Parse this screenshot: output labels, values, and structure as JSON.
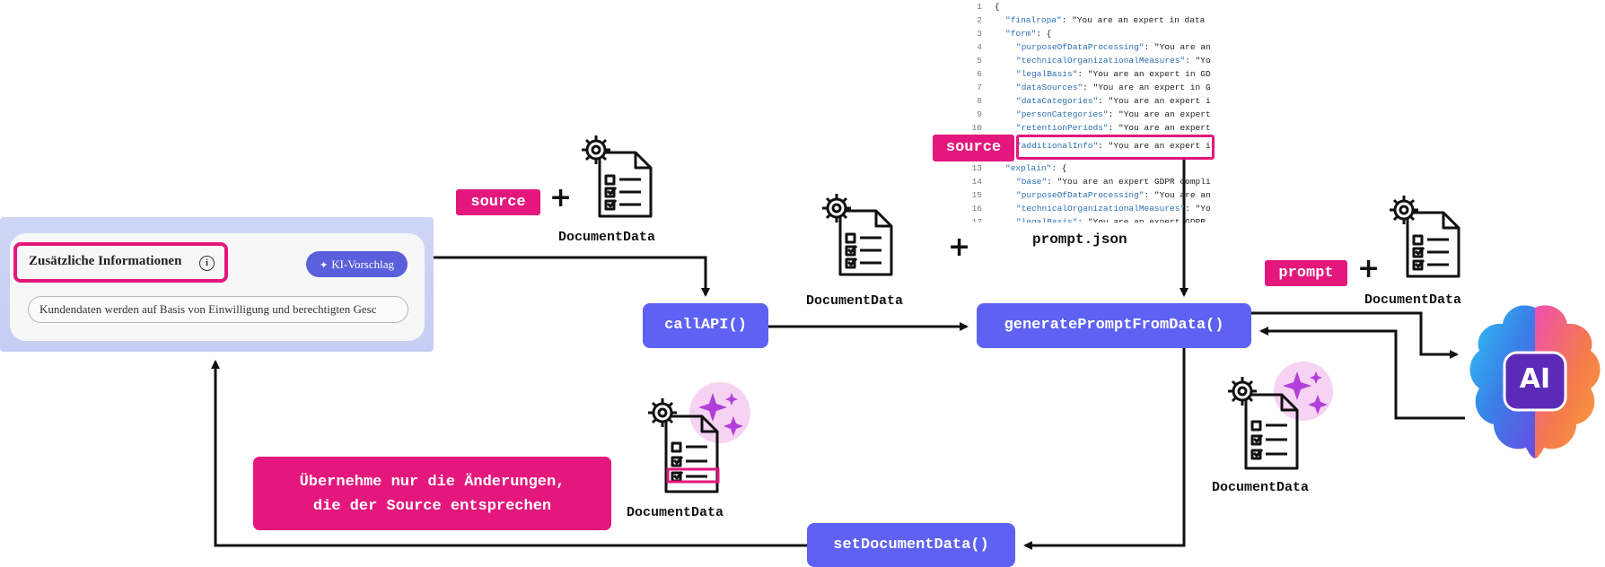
{
  "ui_card": {
    "field_title": "Zusätzliche Informationen",
    "info_icon": "i",
    "ki_button_icon": "sparkle-icon",
    "ki_button_label": "KI-Vorschlag",
    "input_value": "Kundendaten werden auf Basis von Einwilligung und berechtigten Gesc"
  },
  "functions": {
    "call_api": "callAPI()",
    "generate": "generatePromptFromData()",
    "set_data": "setDocumentData()"
  },
  "tags": {
    "source": "source",
    "source_code": "source",
    "prompt": "prompt"
  },
  "plus": "+",
  "labels": {
    "document_data": "DocumentData",
    "prompt_json": "prompt.json"
  },
  "note": {
    "line1": "Übernehme nur die Änderungen,",
    "line2": "die der Source entsprechen"
  },
  "ai_logo_text": "AI",
  "code": [
    {
      "n": "1",
      "key": "",
      "rest": "{"
    },
    {
      "n": "2",
      "key": "\"finalropa\"",
      "rest": ": \"You are an expert in data"
    },
    {
      "n": "3",
      "key": "\"form\"",
      "rest": ": {"
    },
    {
      "n": "4",
      "key": "\"purposeOfDataProcessing\"",
      "rest": ": \"You are an"
    },
    {
      "n": "5",
      "key": "\"technicalOrganizationalMeasures\"",
      "rest": ": \"Yo"
    },
    {
      "n": "6",
      "key": "\"legalBasis\"",
      "rest": ": \"You are an expert in GD"
    },
    {
      "n": "7",
      "key": "\"dataSources\"",
      "rest": ": \"You are an expert in G"
    },
    {
      "n": "8",
      "key": "\"dataCategories\"",
      "rest": ": \"You are an expert i"
    },
    {
      "n": "9",
      "key": "\"personCategories\"",
      "rest": ": \"You are an expert"
    },
    {
      "n": "10",
      "key": "\"retentionPeriods\"",
      "rest": ": \"You are an expert"
    },
    {
      "n": "",
      "key": "\"additionalInfo\"",
      "rest": ": \"You are an expert i"
    },
    {
      "n": "13",
      "key": "\"explain\"",
      "rest": ": {"
    },
    {
      "n": "14",
      "key": "\"base\"",
      "rest": ": \"You are an expert GDPR compli"
    },
    {
      "n": "15",
      "key": "\"purposeOfDataProcessing\"",
      "rest": ": \"You are an"
    },
    {
      "n": "16",
      "key": "\"technicalOrganizationalMeasures\"",
      "rest": ": \"Yo"
    },
    {
      "n": "17",
      "key": "\"legalBasis\"",
      "rest": ": \"You are an expert GDPR"
    }
  ]
}
